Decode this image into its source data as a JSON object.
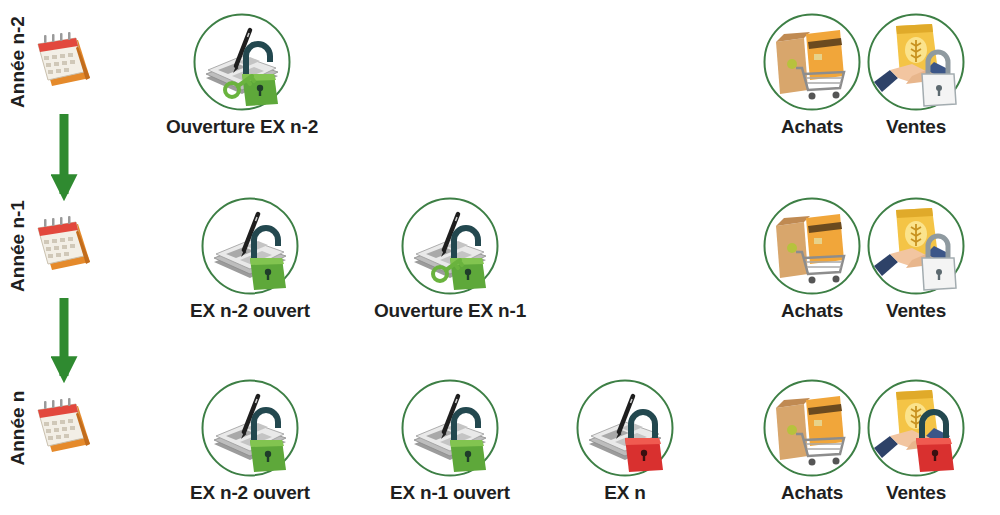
{
  "diagram": {
    "nodes": [
      {
        "text": [
          "Année n-2"
        ]
      },
      {
        "text": [
          "Ouverture EX n-2"
        ]
      },
      {
        "text": [
          "Achats"
        ]
      },
      {
        "text": [
          "Ventes"
        ]
      },
      {
        "text": [
          "Année n-1"
        ]
      },
      {
        "text": [
          "EX n-2 ouvert"
        ]
      },
      {
        "text": [
          "Ouverture EX n-1"
        ]
      },
      {
        "text": [
          "Achats"
        ]
      },
      {
        "text": [
          "Ventes"
        ]
      },
      {
        "text": [
          "Année n"
        ]
      },
      {
        "text": [
          "EX n-2 ouvert"
        ]
      },
      {
        "text": [
          "EX n-1 ouvert"
        ]
      },
      {
        "text": [
          "EX n"
        ]
      },
      {
        "text": [
          "Achats"
        ]
      },
      {
        "text": [
          "Ventes"
        ]
      }
    ],
    "edges": [
      {
        "from": 0,
        "to": 4,
        "arrow": "to"
      },
      {
        "from": 4,
        "to": 9,
        "arrow": "to"
      }
    ]
  }
}
